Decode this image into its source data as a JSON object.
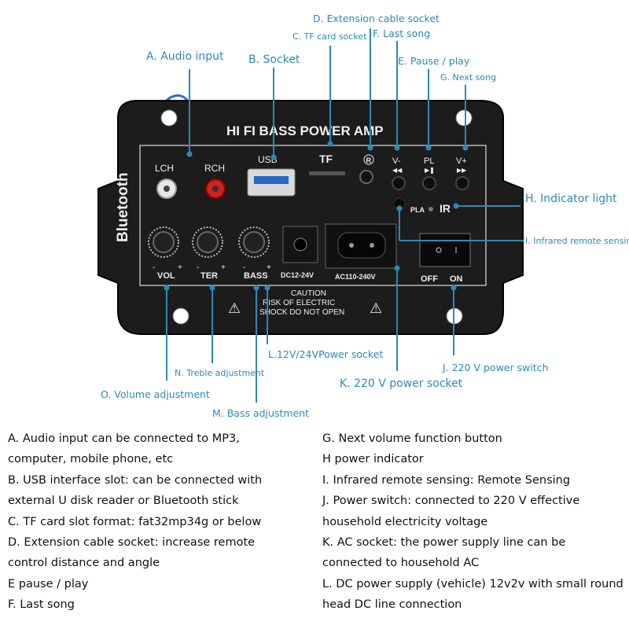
{
  "panel": {
    "title": "HI FI BASS POWER AMP",
    "brand": "Bluetooth",
    "labels": {
      "lch": "LCH",
      "rch": "RCH",
      "usb": "USB",
      "tf": "TF",
      "vminus": "V-",
      "pl": "PL",
      "vplus": "V+",
      "ir": "IR",
      "pla": "PLA",
      "vol": "VOL",
      "ter": "TER",
      "bass": "BASS",
      "dc": "DC12-24V",
      "ac": "AC110-240V",
      "off": "OFF",
      "on": "ON",
      "caution1": "CAUTION",
      "caution2": "RISK OF ELECTRIC",
      "caution3": "SHOCK DO NOT OPEN",
      "minus": "-",
      "plus": "+"
    }
  },
  "callouts": {
    "a": "A. Audio input",
    "b": "B. Socket",
    "c": "C. TF card socket",
    "d": "D. Extension cable socket",
    "f": "F. Last song",
    "e": "E. Pause / play",
    "g": "G. Next song",
    "h": "H. Indicator light",
    "i": "I. Infrared remote sensing",
    "l": "L.12V/24VPower socket",
    "j": "J. 220 V power switch",
    "k": "K. 220 V power socket",
    "n": "N. Treble adjustment",
    "o": "O. Volume adjustment",
    "m": "M. Bass adjustment"
  },
  "descriptions": {
    "left": [
      "A. Audio input can be connected to MP3,",
      "computer, mobile phone, etc",
      "B. USB interface slot: can be connected with",
      "external U disk reader or Bluetooth stick",
      "C. TF card slot format: fat32mp34g or below",
      "D. Extension cable socket: increase remote",
      "control distance and angle",
      "E pause / play",
      "F. Last song"
    ],
    "right": [
      "G. Next volume function button",
      "H power indicator",
      "I. Infrared remote sensing: Remote Sensing",
      "J. Power switch: connected to 220 V effective",
      "household electricity voltage",
      "K. AC socket: the power supply line can be",
      "connected to household AC",
      "L. DC power supply (vehicle) 12v2v with small round",
      "head DC line connection"
    ]
  },
  "colors": {
    "callout": "#2a8ab8",
    "board": "#1c1c1c",
    "text": "#111111"
  }
}
